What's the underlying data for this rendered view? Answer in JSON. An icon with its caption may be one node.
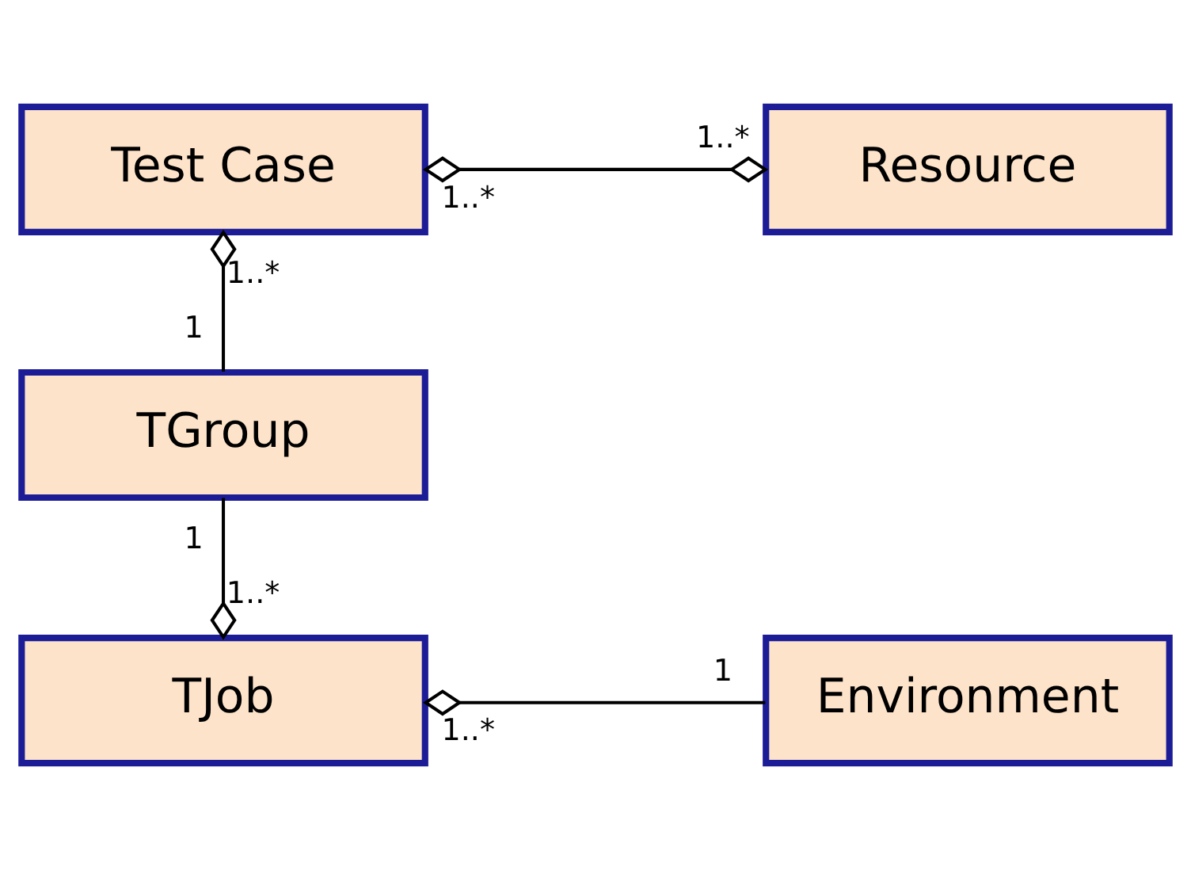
{
  "diagram": {
    "nodes": [
      {
        "text": [
          "Test Case"
        ]
      },
      {
        "text": [
          "Resource"
        ]
      },
      {
        "text": [
          "TGroup"
        ]
      },
      {
        "text": [
          "TJob"
        ]
      },
      {
        "text": [
          "Environment"
        ]
      }
    ],
    "edges": [
      {
        "from": 0,
        "to": 1,
        "arrow": "other"
      },
      {
        "from": 0,
        "to": 2,
        "arrow": "other"
      },
      {
        "from": 2,
        "to": 3,
        "arrow": "other"
      },
      {
        "from": 3,
        "to": 4,
        "arrow": "other"
      }
    ],
    "labels": [
      "1..*",
      "1..*",
      "1..*",
      "1",
      "1",
      "1..*",
      "1..*",
      "1"
    ]
  }
}
